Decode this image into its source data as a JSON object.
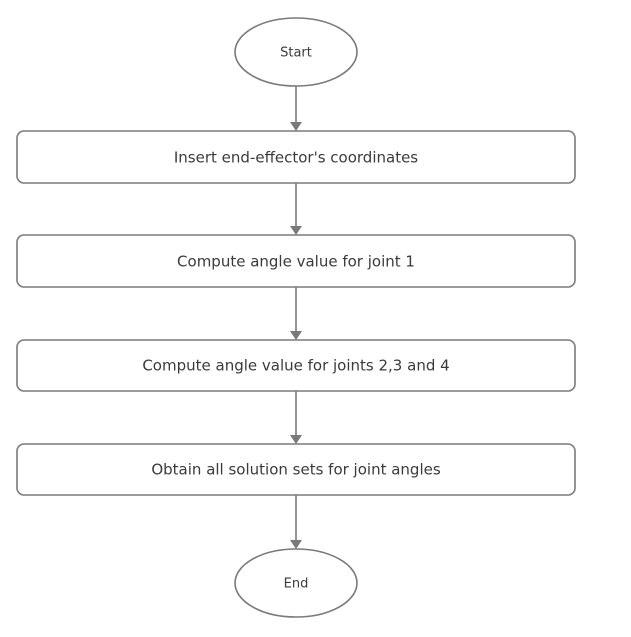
{
  "colors": {
    "stroke": "#7a7a7a",
    "text": "#3a3a3a",
    "background": "#ffffff"
  },
  "flow": {
    "start": "Start",
    "steps": [
      "Insert end-effector's coordinates",
      "Compute angle value for joint 1",
      "Compute angle value for joints 2,3 and 4",
      "Obtain all solution sets for joint angles"
    ],
    "end": "End"
  }
}
